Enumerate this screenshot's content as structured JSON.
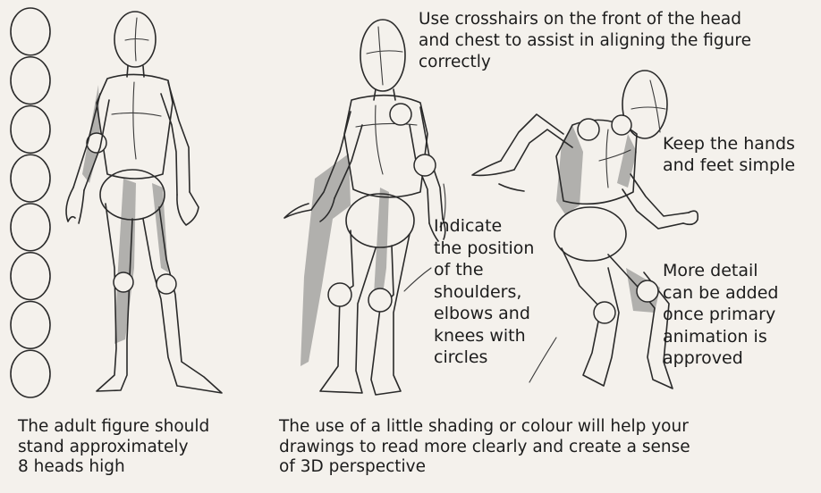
{
  "annotations": {
    "crosshair_note": "Use crosshairs on the front of the head\nand chest to assist in aligning the figure\ncorrectly",
    "hands_feet_note": "Keep the hands\nand feet simple",
    "joints_note": "Indicate\nthe position\nof the\nshoulders,\nelbows and\nknees with\ncircles",
    "detail_note": "More detail\ncan be added\nonce primary\nanimation is\napproved",
    "adult_figure_note": "The adult figure should\nstand approximately\n8 heads high",
    "shading_note": "The use of a little shading or colour will help your\ndrawings to read more clearly and create a sense\nof 3D perspective"
  },
  "head_scale": {
    "count": 8
  }
}
